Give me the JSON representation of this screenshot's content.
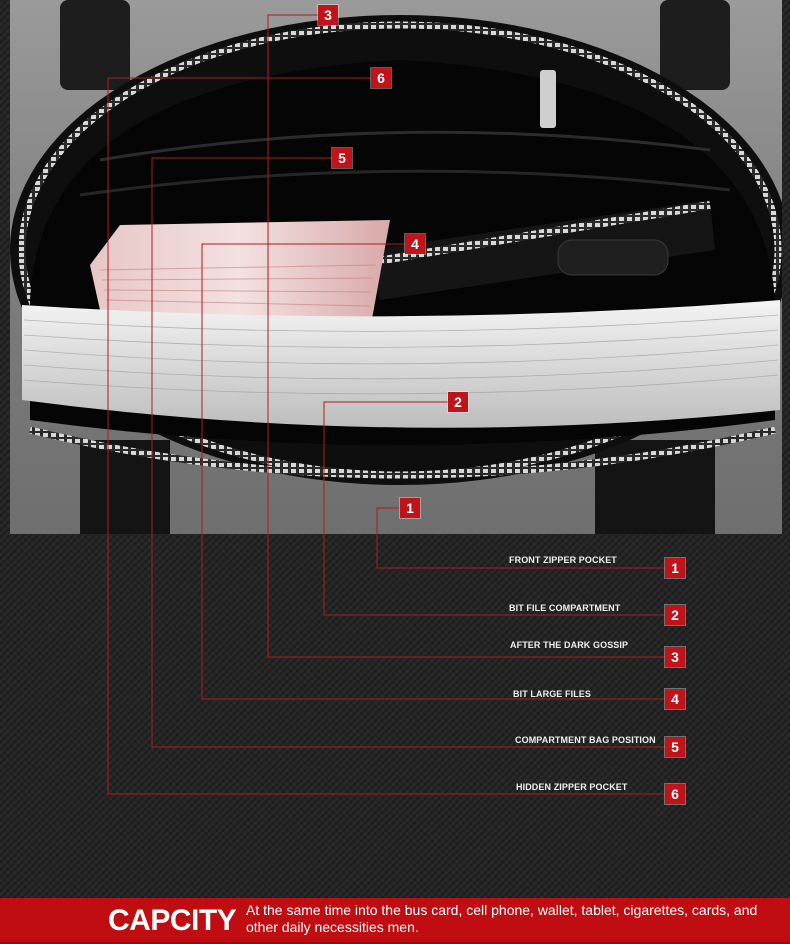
{
  "callouts": [
    {
      "number": "1",
      "label": "FRONT ZIPPER POCKET"
    },
    {
      "number": "2",
      "label": "BIT FILE COMPARTMENT"
    },
    {
      "number": "3",
      "label": "AFTER THE DARK GOSSIP"
    },
    {
      "number": "4",
      "label": "BIT LARGE FILES"
    },
    {
      "number": "5",
      "label": "COMPARTMENT BAG POSITION"
    },
    {
      "number": "6",
      "label": "HIDDEN ZIPPER POCKET"
    }
  ],
  "colors": {
    "accent": "#c0141a",
    "line": "#b01a1f"
  },
  "footer": {
    "title": "CAPCITY",
    "description": "At the same time into the bus card, cell phone, wallet, tablet, cigarettes, cards, and other daily necessities men."
  }
}
